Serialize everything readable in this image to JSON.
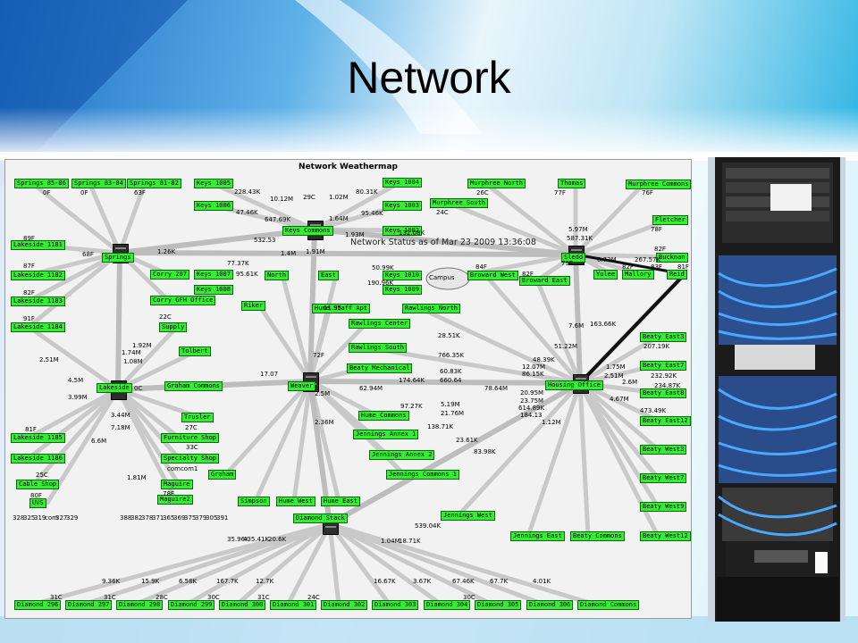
{
  "slide": {
    "title": "Network"
  },
  "map": {
    "title": "Network Weathermap",
    "status": "Network Status as of Mar 23 2009 13:36:08",
    "nodes": [
      "Springs 85-86",
      "Springs 83-84",
      "Springs 81-82",
      "Keys 1005",
      "Keys 1006",
      "Keys Commons",
      "Keys 1004",
      "Keys 1003",
      "Keys 1002",
      "Murphree North",
      "Murphree South",
      "Thomas",
      "Murphree Commons",
      "Fletcher",
      "Bucknan",
      "Lakeside 1181",
      "Lakeside 1182",
      "Lakeside 1183",
      "Lakeside 1184",
      "Springs",
      "Corry 207",
      "Keys 1007",
      "Keys 1008",
      "Corry GFH Office",
      "North",
      "East",
      "Keys 1010",
      "Keys 1009",
      "Campus",
      "Broward West",
      "Broward East",
      "Sledd",
      "Yulee",
      "Mallory",
      "Reid",
      "Hume Staff Apt",
      "Rawlings North",
      "Rawlings Center",
      "Rawlings South",
      "Riker",
      "Supply",
      "Tolbert",
      "Beaty Mechanical",
      "Weaver",
      "Housing Office",
      "Graham Commons",
      "Lakeside",
      "Beaty East3",
      "Beaty East7",
      "Beaty East8",
      "Hume Commons",
      "Beaty East12",
      "Lakeside 1185",
      "Trusler",
      "Furniture Shop",
      "Specialty Shop",
      "Jennings Annex 1",
      "Jennings Annex 2",
      "Jennings Commons 1",
      "Beaty West3",
      "Lakeside 1186",
      "Graham",
      "Cable Shop",
      "Maguire",
      "Maguire2",
      "UVS",
      "Beaty West7",
      "Simpson",
      "Hume West",
      "Hume East",
      "Jennings West",
      "Beaty West9",
      "Diamond Stack",
      "Jennings East",
      "Beaty Commons",
      "Beaty West12",
      "Diamond 296",
      "Diamond 297",
      "Diamond 298",
      "Diamond 299",
      "Diamond 300",
      "Diamond 301",
      "Diamond 302",
      "Diamond 303",
      "Diamond 304",
      "Diamond 305",
      "Diamond 306",
      "Diamond Commons"
    ],
    "temps": [
      "0F",
      "0F",
      "63F",
      "29C",
      "26C",
      "24C",
      "77F",
      "76F",
      "78F",
      "82F",
      "89F",
      "68F",
      "87F",
      "82F",
      "91F",
      "22C",
      "84F",
      "82F",
      "79F",
      "82F",
      "83F",
      "81F",
      "72F",
      "0C",
      "81F",
      "27C",
      "33C",
      "25C",
      "80F",
      "78F",
      "31C",
      "31C",
      "28C",
      "30C",
      "31C",
      "24C",
      "30C"
    ],
    "labels": [
      "228.43K",
      "10.12M",
      "1.02M",
      "80.31K",
      "47.46K",
      "647.69K",
      "1.64M",
      "95.46K",
      "1.93M",
      "132.08K",
      "532.53",
      "1.26K",
      "1.4M",
      "1.91M",
      "77.37K",
      "95.61K",
      "50.99K",
      "190.96K",
      "5.97M",
      "587.31K",
      "6.72M",
      "267.57K",
      "51.22M",
      "163.66K",
      "4.5M",
      "3.99M",
      "17.07",
      "62.94M",
      "174.64K",
      "78.64M",
      "97.27K",
      "5.19M",
      "21.76M",
      "138.71K",
      "23.61K",
      "83.98K",
      "28.51K",
      "766.35K",
      "48.39K",
      "12.07M",
      "86.15K",
      "60.83K",
      "660.64",
      "1.75M",
      "2.51M",
      "207.19K",
      "232.92K",
      "2.6M",
      "234.87K",
      "20.95M",
      "23.75M",
      "614.89K",
      "184.13",
      "1.12M",
      "4.67M",
      "473.49K",
      "539.04K",
      "35.96K",
      "435.41K",
      "20.6K",
      "1.04M",
      "18.71K",
      "9.36K",
      "15.9K",
      "6.58K",
      "167.7K",
      "12.7K",
      "16.67K",
      "3.67K",
      "67.46K",
      "67.7K",
      "4.01K",
      "1.74M",
      "1.08M",
      "1.92M",
      "2.51M",
      "3.44M",
      "7.18M",
      "1.81M",
      "6.6M",
      "2.36M",
      "2.5M",
      "11.95",
      "7.6M"
    ],
    "util_row": [
      "328",
      "325",
      "319",
      "com",
      "327",
      "329"
    ],
    "util_row2": [
      "388",
      "382",
      "378",
      "371",
      "365",
      "369",
      "375",
      "379",
      "305",
      "391"
    ],
    "comcom": "comcom1"
  },
  "photo": {
    "description_hidden": ""
  }
}
